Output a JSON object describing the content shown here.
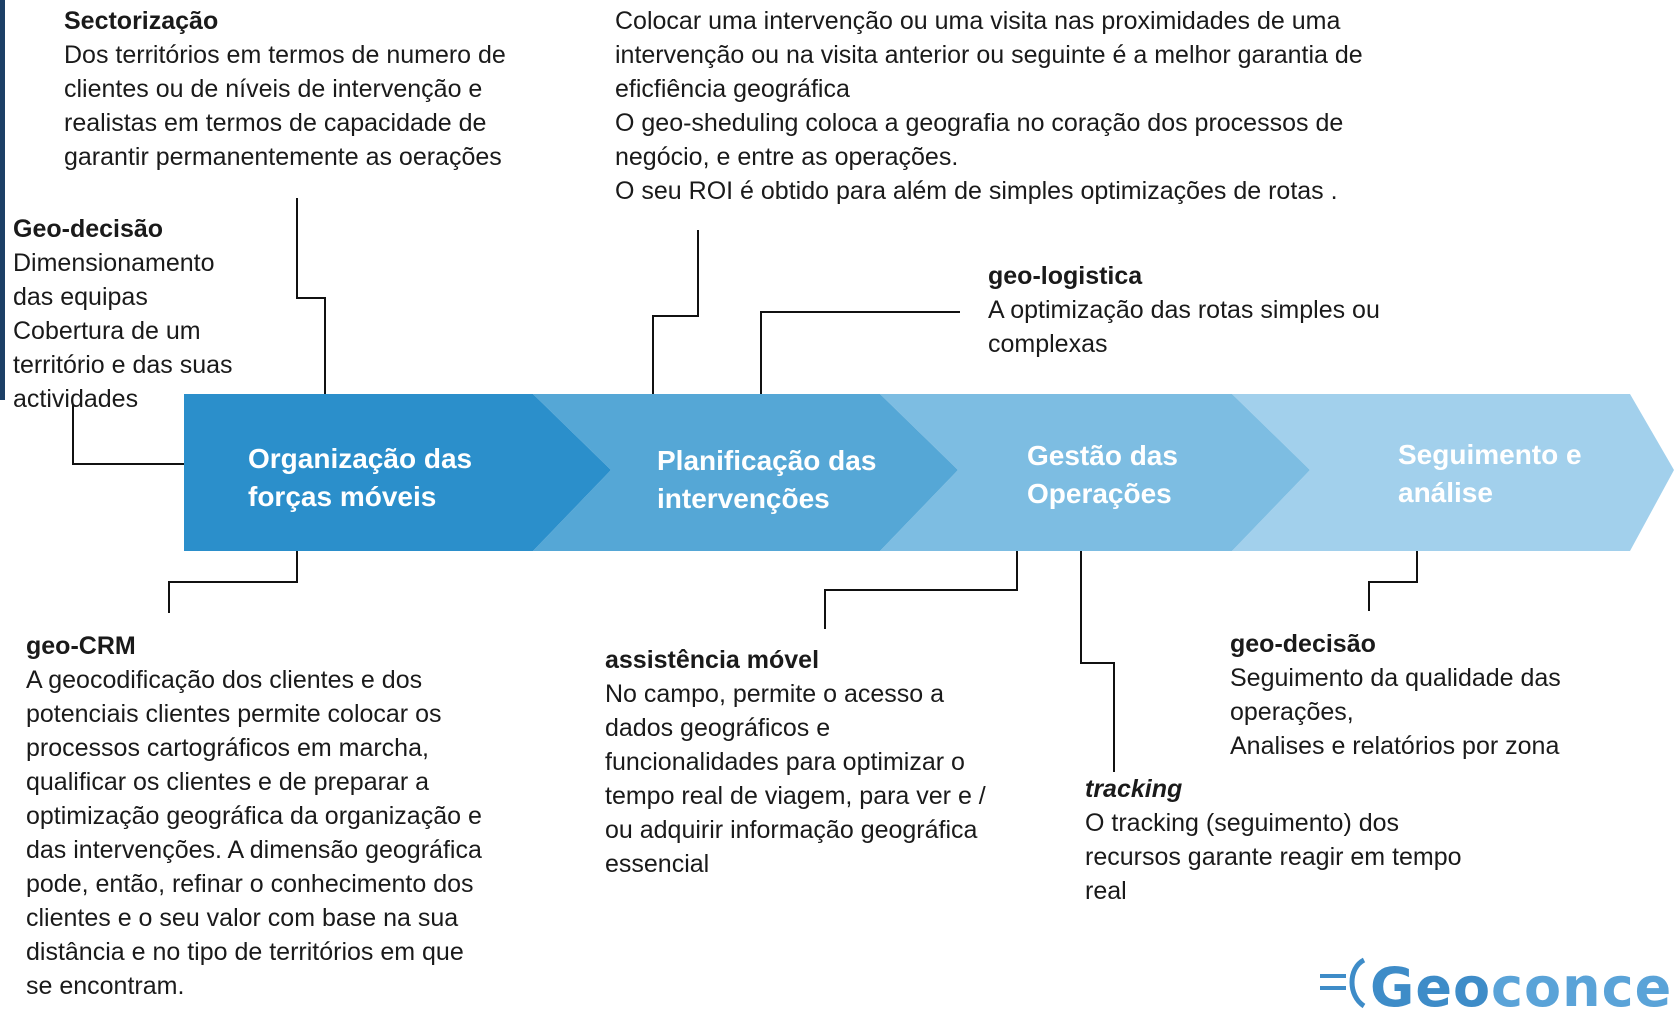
{
  "blocks": {
    "sectorizacao": {
      "title": "Sectorização",
      "lines": [
        "Dos territórios em termos de numero de",
        "clientes ou de níveis de intervenção e",
        "realistas em termos de capacidade de",
        "garantir permanentemente as oerações"
      ]
    },
    "geo_scheduling": {
      "lines": [
        "Colocar uma intervenção ou uma visita nas proximidades de uma",
        "intervenção ou na visita anterior ou seguinte é a melhor garantia de",
        "eficfiência geográfica",
        "O geo-sheduling coloca a geografia no coração dos processos de",
        "negócio, e entre as operações.",
        "O seu ROI é obtido para além de simples optimizações de rotas ."
      ]
    },
    "geo_decisao_top": {
      "title": "Geo-decisão",
      "lines": [
        "Dimensionamento",
        "das equipas",
        "Cobertura de um",
        "território e das suas",
        "actividades"
      ]
    },
    "geo_logistica": {
      "title": "geo-logistica",
      "lines": [
        "A optimização das rotas simples ou",
        "complexas"
      ]
    },
    "geo_crm": {
      "title": "geo-CRM",
      "lines": [
        "A geocodificação dos clientes e dos",
        "potenciais clientes permite colocar os",
        "processos cartográficos em marcha,",
        "qualificar os clientes e de preparar a",
        "optimização geográfica  da organização e",
        "das intervenções. A dimensão geográfica",
        "pode, então, refinar o conhecimento dos",
        "clientes e o seu valor com base  na sua",
        "distância e  no tipo de territórios em que",
        "se encontram."
      ]
    },
    "assistencia": {
      "title": "assistência móvel",
      "lines": [
        "No campo, permite o acesso a",
        "dados geográficos e",
        "funcionalidades para optimizar o",
        "tempo real de viagem, para ver e /",
        "ou adquirir informação geográfica",
        "essencial"
      ]
    },
    "tracking": {
      "title": "tracking",
      "lines": [
        "O tracking (seguimento) dos",
        "recursos  garante  reagir em tempo",
        "real"
      ]
    },
    "geo_decisao_bottom": {
      "title": "geo-decisão",
      "lines": [
        "Seguimento  da qualidade das",
        "operações,",
        "Analises e relatórios por zona"
      ]
    }
  },
  "stages": [
    {
      "line1": "Organização das",
      "line2": "forças móveis",
      "color": "#2b8fcb"
    },
    {
      "line1": "Planificação das",
      "line2": "intervenções",
      "color": "#55a7d6"
    },
    {
      "line1": "Gestão das",
      "line2": "Operações",
      "color": "#7dbde2"
    },
    {
      "line1": "Seguimento e",
      "line2": "análise",
      "color": "#a2d0ec"
    }
  ],
  "logo": {
    "prefix": "Geo",
    "rest": "concept",
    "icon": "logo-mark-icon"
  }
}
